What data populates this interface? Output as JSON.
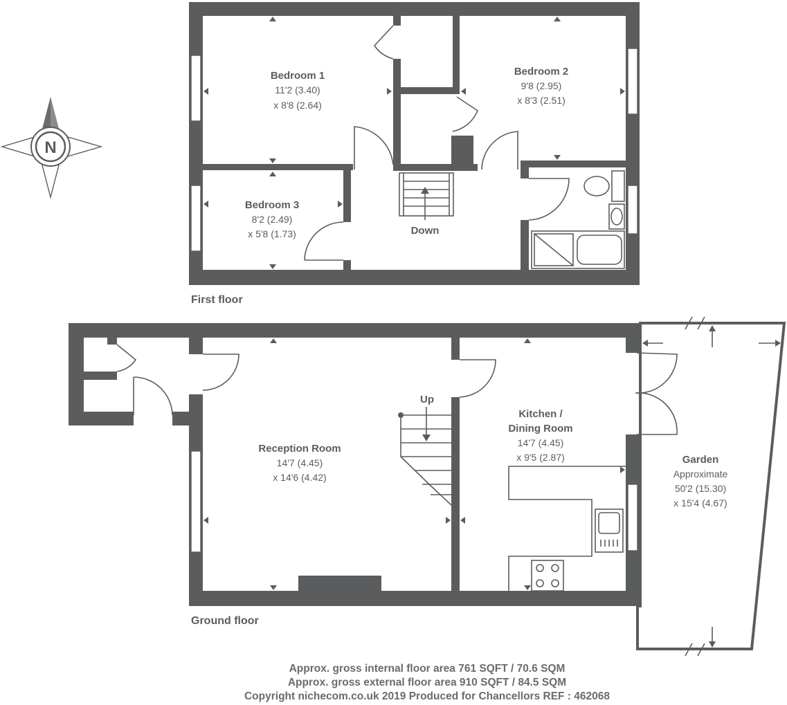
{
  "compass": {
    "letter": "N",
    "icon": "compass-rose-icon"
  },
  "first_floor": {
    "label": "First floor",
    "stairs_label": "Down",
    "rooms": {
      "bedroom1": {
        "name": "Bedroom 1",
        "dim1": "11'2 (3.40)",
        "dim2": "x 8'8 (2.64)"
      },
      "bedroom2": {
        "name": "Bedroom 2",
        "dim1": "9'8 (2.95)",
        "dim2": "x 8'3 (2.51)"
      },
      "bedroom3": {
        "name": "Bedroom 3",
        "dim1": "8'2 (2.49)",
        "dim2": "x 5'8 (1.73)"
      }
    }
  },
  "ground_floor": {
    "label": "Ground floor",
    "stairs_label": "Up",
    "rooms": {
      "reception": {
        "name": "Reception Room",
        "dim1": "14'7 (4.45)",
        "dim2": "x 14'6 (4.42)"
      },
      "kitchen": {
        "name1": "Kitchen /",
        "name2": "Dining Room",
        "dim1": "14'7 (4.45)",
        "dim2": "x 9'5 (2.87)"
      },
      "garden": {
        "name": "Garden",
        "note": "Approximate",
        "dim1": "50'2 (15.30)",
        "dim2": "x 15'4 (4.67)"
      }
    }
  },
  "footer": {
    "line1": "Approx. gross internal floor area 761 SQFT / 70.6 SQM",
    "line2": "Approx. gross external floor area 910 SQFT / 84.5 SQM",
    "line3": "Copyright nichecom.co.uk 2019 Produced for Chancellors REF : 462068"
  },
  "colors": {
    "wall": "#5b5c5d",
    "text": "#5b5c5d",
    "footer_text": "#6a6b6c",
    "background": "#ffffff"
  }
}
